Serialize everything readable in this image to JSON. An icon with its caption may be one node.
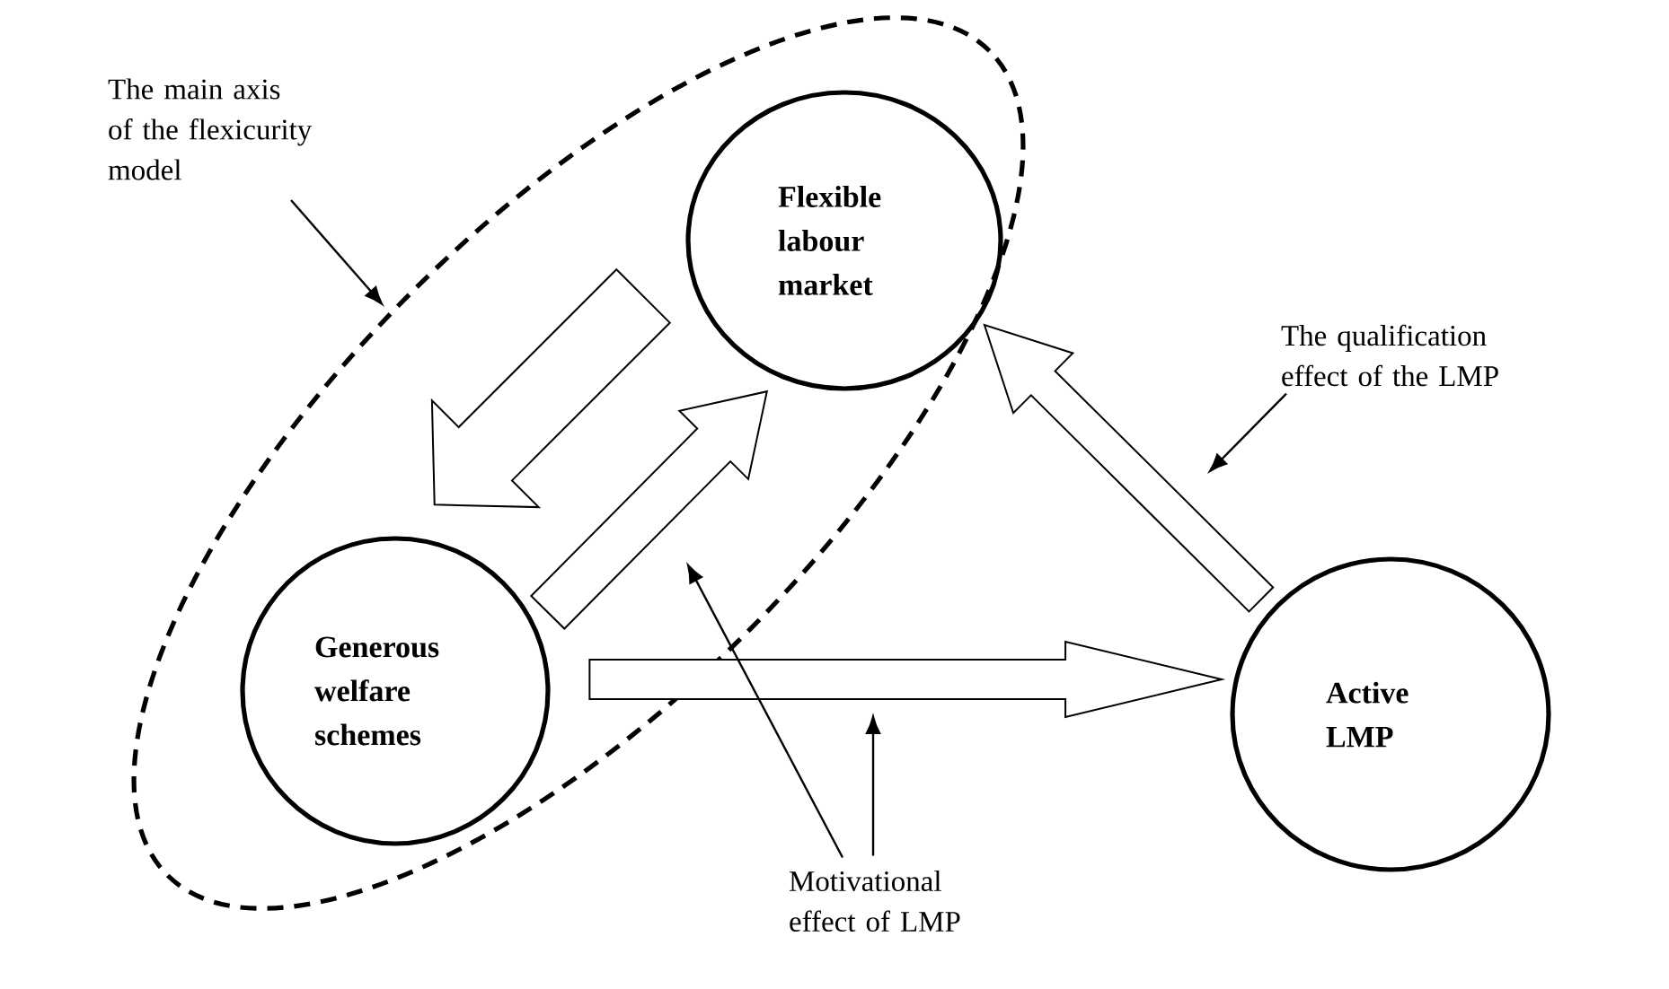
{
  "diagram": {
    "nodes": [
      {
        "text": [
          "The main axis of the flexicurity model"
        ]
      },
      {
        "text": [],
        "shape": "ellipse"
      },
      {
        "text": [
          "Flexible labour market"
        ],
        "in": 1
      },
      {
        "text": [
          "The qualification effect of the LMP"
        ]
      },
      {
        "text": [
          "Generous welfare schemes"
        ],
        "in": 1
      },
      {
        "text": [
          "Active LMP"
        ]
      },
      {
        "text": [
          "Motivational effect of LMP"
        ]
      }
    ],
    "edges": [
      {
        "from": 2,
        "to": 4,
        "arrow": "to"
      },
      {
        "from": 4,
        "to": 2,
        "arrow": "to"
      },
      {
        "from": 4,
        "to": 5,
        "arrow": "to"
      },
      {
        "from": 5,
        "to": 2,
        "arrow": "to"
      },
      {
        "from": 0,
        "to": 1,
        "arrow": "to"
      },
      {
        "from": 3,
        "to": null,
        "arrow": "to"
      },
      {
        "from": 6,
        "to": null,
        "arrow": "to"
      },
      {
        "from": 6,
        "to": null,
        "arrow": "to"
      }
    ]
  }
}
